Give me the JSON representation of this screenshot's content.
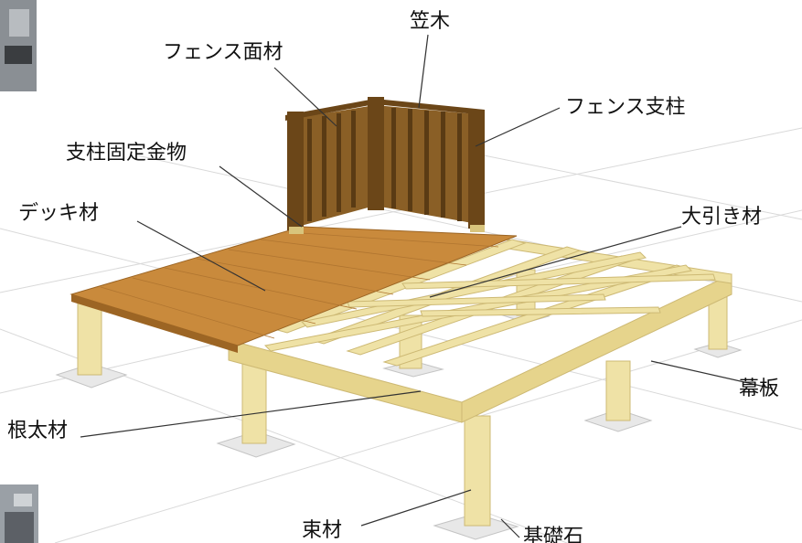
{
  "diagram": {
    "labels": {
      "kasagi": "笠木",
      "fence_panel": "フェンス面材",
      "fence_post": "フェンス支柱",
      "post_bracket": "支柱固定金物",
      "deck_board": "デッキ材",
      "main_beam": "大引き材",
      "skirt_board": "幕板",
      "joist": "根太材",
      "support_post": "束材",
      "foundation_stone": "基礎石"
    },
    "colors": {
      "deck": "#c98a3c",
      "deck_dark": "#9c6524",
      "fence": "#7a5320",
      "fence_dark": "#5a3b14",
      "frame": "#efe2a6",
      "frame_shade": "#d8c47c",
      "stone": "#e8e8e8",
      "grid": "#d9d9d9"
    }
  }
}
